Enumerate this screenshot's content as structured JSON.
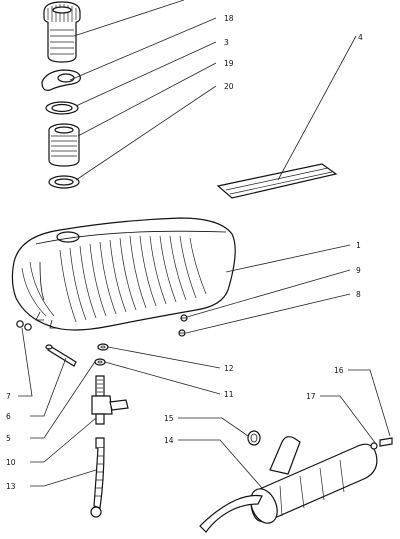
{
  "callouts": [
    {
      "id": "18",
      "label": "18"
    },
    {
      "id": "3",
      "label": "3"
    },
    {
      "id": "19",
      "label": "19"
    },
    {
      "id": "20",
      "label": "20"
    },
    {
      "id": "4",
      "label": "4"
    },
    {
      "id": "1",
      "label": "1"
    },
    {
      "id": "9",
      "label": "9"
    },
    {
      "id": "8",
      "label": "8"
    },
    {
      "id": "7",
      "label": "7"
    },
    {
      "id": "6",
      "label": "6"
    },
    {
      "id": "5",
      "label": "5"
    },
    {
      "id": "12",
      "label": "12"
    },
    {
      "id": "11",
      "label": "11"
    },
    {
      "id": "10",
      "label": "10"
    },
    {
      "id": "13",
      "label": "13"
    },
    {
      "id": "15",
      "label": "15"
    },
    {
      "id": "14",
      "label": "14"
    },
    {
      "id": "16",
      "label": "16"
    },
    {
      "id": "17",
      "label": "17"
    }
  ]
}
